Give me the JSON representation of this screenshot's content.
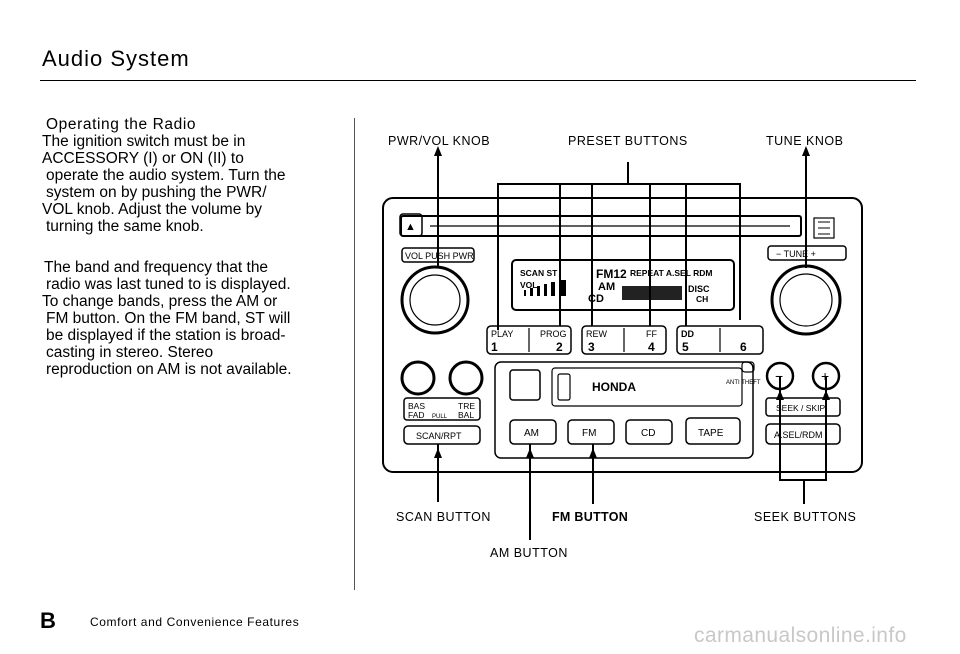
{
  "header": {
    "title": "Audio System"
  },
  "body_text": {
    "heading": "Operating the Radio",
    "lines": [
      "The ignition switch must be in",
      "ACCESSORY (I) or ON (II) to",
      "operate the audio system. Turn the",
      "system on by pushing the PWR/",
      "VOL knob. Adjust the volume by",
      "turning the same knob.",
      "The band and frequency that the",
      "radio was last tuned to is displayed.",
      "To change bands, press the AM or",
      "FM button. On the FM band, ST will",
      "be displayed if the station is broad-",
      "casting in stereo. Stereo",
      "reproduction on AM is not available."
    ]
  },
  "diagram": {
    "callouts": {
      "pwr_vol_knob": "PWR/VOL KNOB",
      "preset_buttons": "PRESET BUTTONS",
      "tune_knob": "TUNE KNOB",
      "scan_button": "SCAN BUTTON",
      "fm_button": "FM BUTTON",
      "seek_buttons": "SEEK BUTTONS",
      "am_button": "AM BUTTON"
    },
    "radio": {
      "eject_symbol": "▲",
      "vol_label": "VOL PUSH PWR",
      "tune_label": "− TUNE +",
      "display": {
        "row1": "SCAN ST",
        "band": "FM12",
        "repeat": "REPEAT A.SEL RDM",
        "vol": "VOL",
        "am": "AM",
        "cd": "CD",
        "disc": "DISC",
        "ch": "CH"
      },
      "presets": [
        {
          "top": "PLAY",
          "num": "1"
        },
        {
          "top": "PROG",
          "num": "2"
        },
        {
          "top": "REW",
          "num": "3"
        },
        {
          "top": "FF",
          "num": "4"
        },
        {
          "top": "DD",
          "num": "5"
        },
        {
          "top": "",
          "num": "6"
        }
      ],
      "brand": "HONDA",
      "anti_theft": "ANTI THEFT",
      "bas": "BAS",
      "tre": "TRE",
      "fad": "FAD",
      "pull": "PULL",
      "bal": "BAL",
      "scan_rpt": "SCAN/RPT",
      "band_buttons": [
        "AM",
        "FM",
        "CD",
        "TAPE"
      ],
      "seek_skip": "SEEK / SKIP",
      "asel_rdm": "A.SEL/RDM",
      "minus": "−",
      "plus": "+"
    }
  },
  "footer": {
    "letter": "B",
    "section": "Comfort and Convenience Features",
    "watermark": "carmanualsonline.info"
  }
}
